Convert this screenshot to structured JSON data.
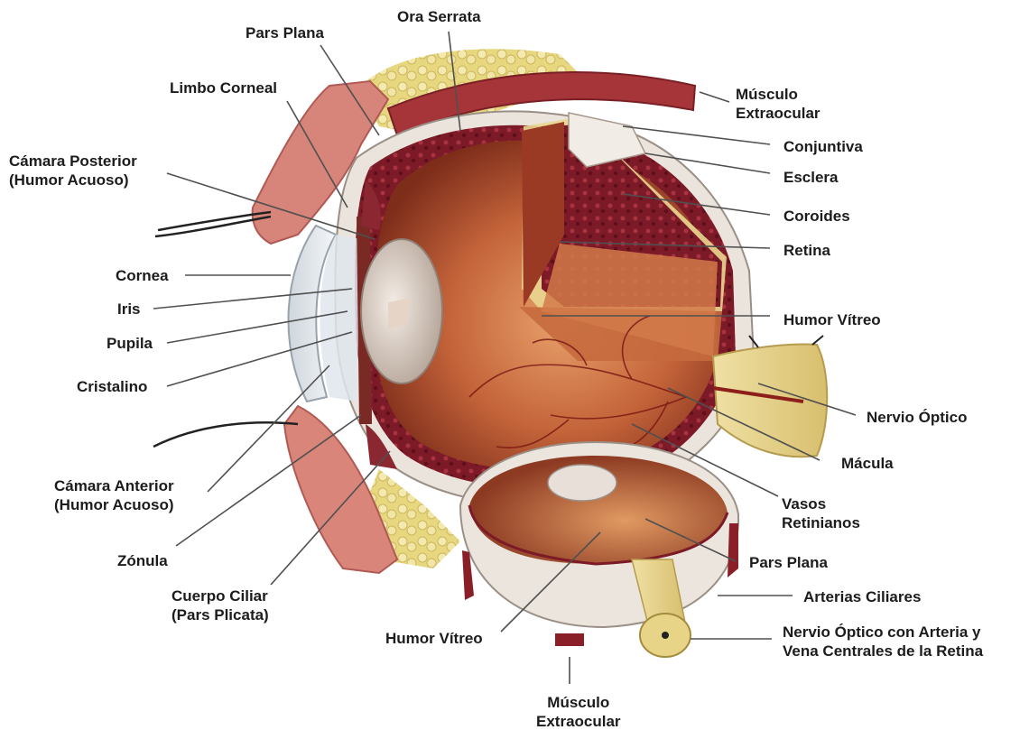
{
  "labels": {
    "pars_plana_top": "Pars Plana",
    "ora_serrata": "Ora Serrata",
    "limbo_corneal": "Limbo Corneal",
    "musculo_extraocular_top": [
      "Músculo",
      "Extraocular"
    ],
    "conjuntiva": "Conjuntiva",
    "esclera": "Esclera",
    "camara_posterior": [
      "Cámara Posterior",
      "(Humor Acuoso)"
    ],
    "coroides": "Coroides",
    "retina": "Retina",
    "cornea": "Cornea",
    "iris": "Iris",
    "humor_vitreo_main": "Humor Vítreo",
    "pupila": "Pupila",
    "cristalino": "Cristalino",
    "nervio_optico": "Nervio Óptico",
    "macula": "Mácula",
    "camara_anterior": [
      "Cámara Anterior",
      "(Humor Acuoso)"
    ],
    "vasos_retinianos": [
      "Vasos",
      "Retinianos"
    ],
    "zonula": "Zónula",
    "pars_plana_bottom": "Pars Plana",
    "cuerpo_ciliar": [
      "Cuerpo Ciliar",
      "(Pars Plicata)"
    ],
    "arterias_ciliares": "Arterias Ciliares",
    "humor_vitreo_small": "Humor Vítreo",
    "nervio_optico_arteria": [
      "Nervio Óptico con Arteria y",
      "Vena Centrales de la Retina"
    ],
    "musculo_extraocular_bottom": [
      "Músculo",
      "Extraocular"
    ]
  },
  "colors": {
    "leader_line": "#505050",
    "label_text": "#1c1c1c",
    "vitreous": "#b5542a",
    "sclera": "#ede7e0",
    "choroid": "#8a1f2b",
    "optic_nerve": "#e9d48f",
    "fat": "#ecdf92",
    "eyelid": "#d9847a"
  }
}
